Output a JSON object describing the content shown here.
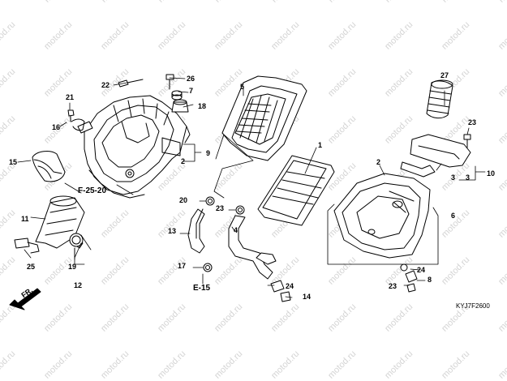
{
  "watermark": "motod.ru",
  "diagram_code": "KYJ7F2600",
  "refs": {
    "frame_ref": "F-25-20",
    "section_ref": "E-15"
  },
  "direction_label": "FR.",
  "callouts": [
    "1",
    "2",
    "2",
    "3",
    "3",
    "4",
    "5",
    "6",
    "7",
    "8",
    "9",
    "10",
    "11",
    "12",
    "13",
    "14",
    "15",
    "16",
    "17",
    "18",
    "19",
    "20",
    "21",
    "22",
    "23",
    "23",
    "23",
    "24",
    "24",
    "25",
    "26",
    "27"
  ],
  "colors": {
    "line": "#000000",
    "watermark": "#d4d4d4",
    "background": "#ffffff"
  }
}
